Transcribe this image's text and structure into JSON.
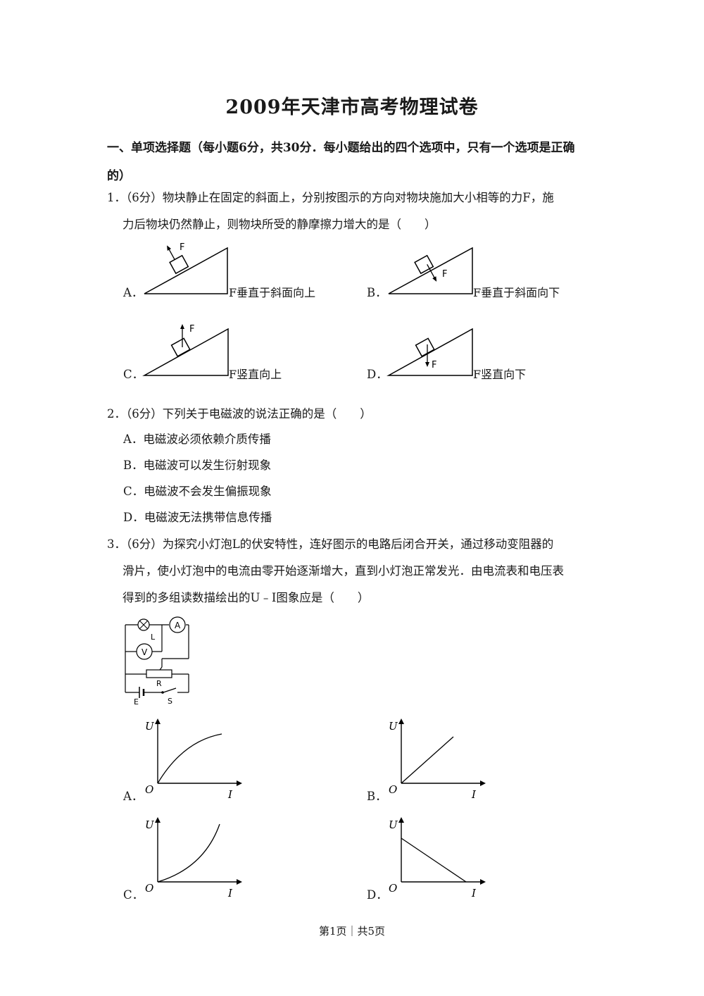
{
  "title": "2009年天津市高考物理试卷",
  "section1": {
    "heading_line1": "一、单项选择题（每小题6分，共30分．每小题给出的四个选项中，只有一个选项是正确",
    "heading_line2": "的）"
  },
  "q1": {
    "line1": "1．（6分）物块静止在固定的斜面上，分别按图示的方向对物块施加大小相等的力F，施",
    "line2": "力后物块仍然静止，则物块所受的静摩擦力增大的是（　　）",
    "force_symbol": "F",
    "options": [
      {
        "label": "A．",
        "caption": "F垂直于斜面向上"
      },
      {
        "label": "B．",
        "caption": "F垂直于斜面向下"
      },
      {
        "label": "C．",
        "caption": "F竖直向上"
      },
      {
        "label": "D．",
        "caption": "F竖直向下"
      }
    ]
  },
  "q2": {
    "stem": "2．（6分）下列关于电磁波的说法正确的是（　　）",
    "options": [
      "A．电磁波必须依赖介质传播",
      "B．电磁波可以发生衍射现象",
      "C．电磁波不会发生偏振现象",
      "D．电磁波无法携带信息传播"
    ]
  },
  "q3": {
    "line1": "3．（6分）为探究小灯泡L的伏安特性，连好图示的电路后闭合开关，通过移动变阻器的",
    "line2": "滑片，使小灯泡中的电流由零开始逐渐增大，直到小灯泡正常发光．由电流表和电压表",
    "line3": "得到的多组读数描绘出的U﹣I图象应是（　　）",
    "circuit": {
      "lamp": "L",
      "ammeter": "A",
      "voltmeter": "V",
      "rheostat": "R",
      "battery": "E",
      "switch": "S"
    },
    "graph_axes": {
      "y": "U",
      "x": "I",
      "origin": "O"
    },
    "graph_labels": [
      "A．",
      "B．",
      "C．",
      "D．"
    ]
  },
  "footer": "第1页｜共5页"
}
